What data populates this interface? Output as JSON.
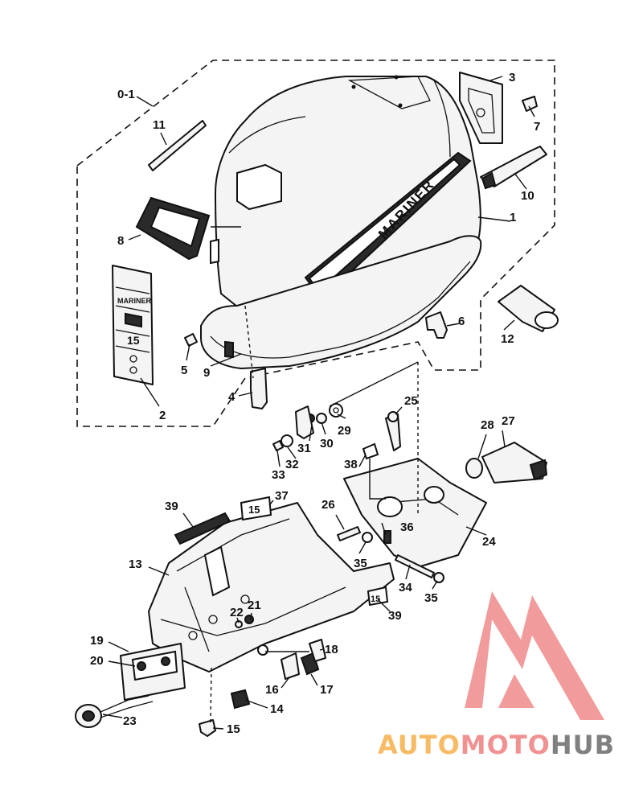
{
  "callouts": {
    "c01": "0-1",
    "c1": "1",
    "c2": "2",
    "c3": "3",
    "c4": "4",
    "c5": "5",
    "c6": "6",
    "c7": "7",
    "c8": "8",
    "c9": "9",
    "c10": "10",
    "c11": "11",
    "c12": "12",
    "c13": "13",
    "c14": "14",
    "c15": "15",
    "c16": "16",
    "c17": "17",
    "c18": "18",
    "c19": "19",
    "c20": "20",
    "c21": "21",
    "c22": "22",
    "c23": "23",
    "c24": "24",
    "c25": "25",
    "c26": "26",
    "c27": "27",
    "c28": "28",
    "c29": "29",
    "c30": "30",
    "c31": "31",
    "c32": "32",
    "c33": "33",
    "c34": "34",
    "c35a": "35",
    "c35b": "35",
    "c36": "36",
    "c37": "37",
    "c38": "38",
    "c39a": "39",
    "c39b": "39"
  },
  "decals": {
    "cowl_brand": "MARINER",
    "panel_brand": "MARINER",
    "panel_hp": "15",
    "tray_hp": "15",
    "plate_hp": "15"
  },
  "watermark": {
    "part1": "AUTO",
    "part2": "MOTO",
    "part3": "HUB",
    "colors": {
      "orange": "#f6b04b",
      "pink": "#ef7f80",
      "gray": "#6b6b6b"
    }
  }
}
